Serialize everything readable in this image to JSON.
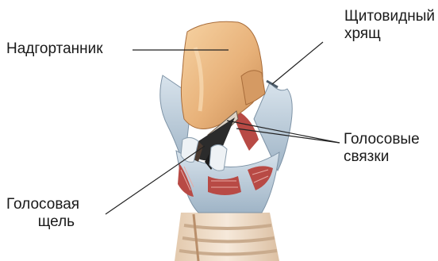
{
  "labels": {
    "epiglottis": "Надгортанник",
    "thyroid_line1": "Щитовидный",
    "thyroid_line2": "хрящ",
    "vocal_cords_line1": "Голосовые",
    "vocal_cords_line2": "связки",
    "glottis_line1": "Голосовая",
    "glottis_line2": "щель"
  },
  "colors": {
    "cartilage": "#e8b27a",
    "cartilage_shadow": "#c98c55",
    "membrane": "#b9c9d8",
    "muscle": "#b84a45",
    "trachea": "#f1e1cf",
    "leader_line": "#222222"
  }
}
